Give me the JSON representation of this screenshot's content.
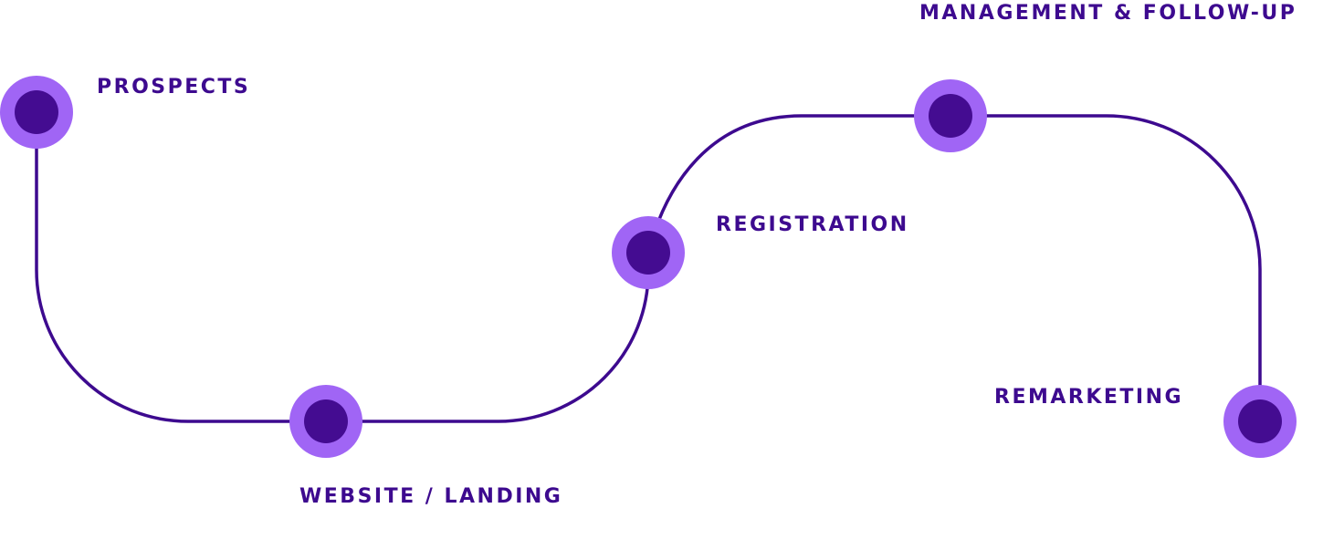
{
  "colors": {
    "path": "#3d0a8f",
    "node_outer": "#a065f5",
    "node_inner": "#440c91",
    "label": "#3d0a8f"
  },
  "steps": [
    {
      "label": "PROSPECTS"
    },
    {
      "label": "WEBSITE / LANDING"
    },
    {
      "label": "REGISTRATION"
    },
    {
      "label": "MANAGEMENT & FOLLOW-UP"
    },
    {
      "label": "REMARKETING"
    }
  ]
}
